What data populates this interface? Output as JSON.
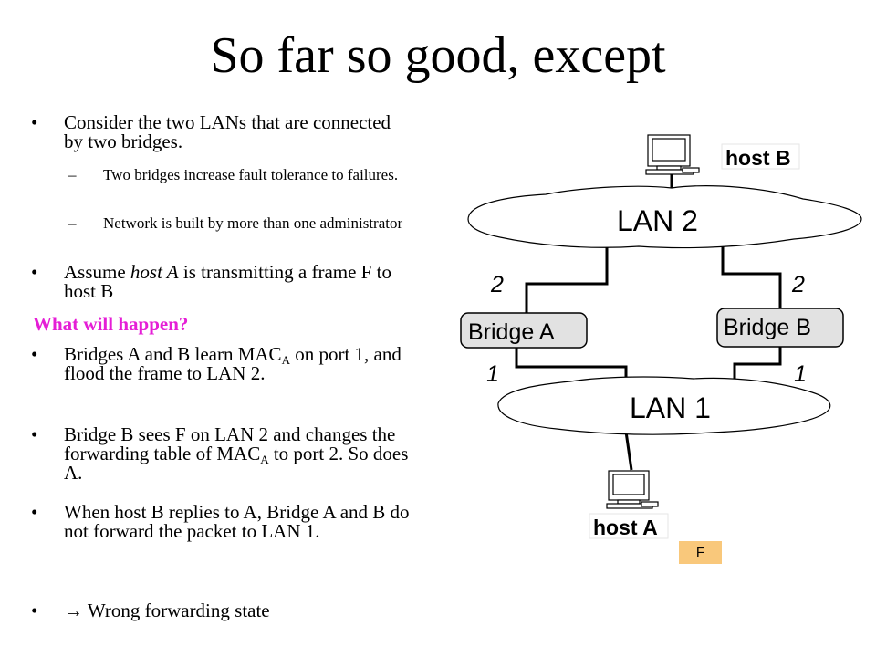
{
  "title": "So far so good, except",
  "bullets": {
    "b1": "Consider the two LANs that are connected by two bridges.",
    "b1_subs": [
      "Two bridges increase fault tolerance to failures.",
      "Network is built by more than one administrator"
    ],
    "b2_pre": "Assume ",
    "b2_italic": "host A",
    "b2_post": " is transmitting a frame F to host B",
    "what": "What will happen?",
    "b3_pre": "Bridges A and B learn MAC",
    "b3_sub": "A",
    "b3_post": " on port 1, and  flood the frame to LAN 2.",
    "b4_pre": "Bridge B sees F on LAN 2 and changes the forwarding table of MAC",
    "b4_sub": "A",
    "b4_post": " to port 2. So does A.",
    "b5": "When host B replies to A, Bridge A and B do not forward the packet to LAN 1.",
    "b6": "→ Wrong forwarding state"
  },
  "diagram": {
    "lan2": "LAN 2",
    "lan1": "LAN 1",
    "bridge_a": "Bridge A",
    "bridge_b": "Bridge B",
    "host_b": "host B",
    "host_a": "host A",
    "port_a_top": "2",
    "port_b_top": "2",
    "port_a_bottom": "1",
    "port_b_bottom": "1",
    "frame": "F"
  },
  "colors": {
    "what_text": "#e51ed6",
    "bridge_fill": "#e2e2e2",
    "frame_fill": "#f9c87b"
  }
}
